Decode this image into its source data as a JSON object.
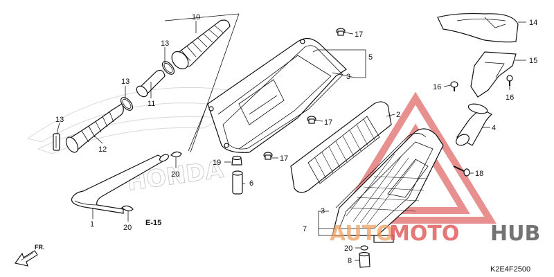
{
  "diagram": {
    "code": "K2E4F2500",
    "front_label": "FR.",
    "ref_label": "E-15",
    "background_text": "HONDA",
    "watermark": {
      "part_a": "AUTO",
      "part_b": "MOTO",
      "part_c": "HUB"
    },
    "callouts": {
      "c1": "1",
      "c2": "2",
      "c3a": "3",
      "c3b": "3",
      "c4": "4",
      "c5": "5",
      "c6": "6",
      "c7": "7",
      "c8": "8",
      "c10": "10",
      "c11": "11",
      "c12": "12",
      "c13a": "13",
      "c13b": "13",
      "c13c": "13",
      "c14": "14",
      "c15": "15",
      "c16a": "16",
      "c16b": "16",
      "c17a": "17",
      "c17b": "17",
      "c17c": "17",
      "c18": "18",
      "c19": "19",
      "c20a": "20",
      "c20b": "20",
      "c20c": "20"
    }
  }
}
